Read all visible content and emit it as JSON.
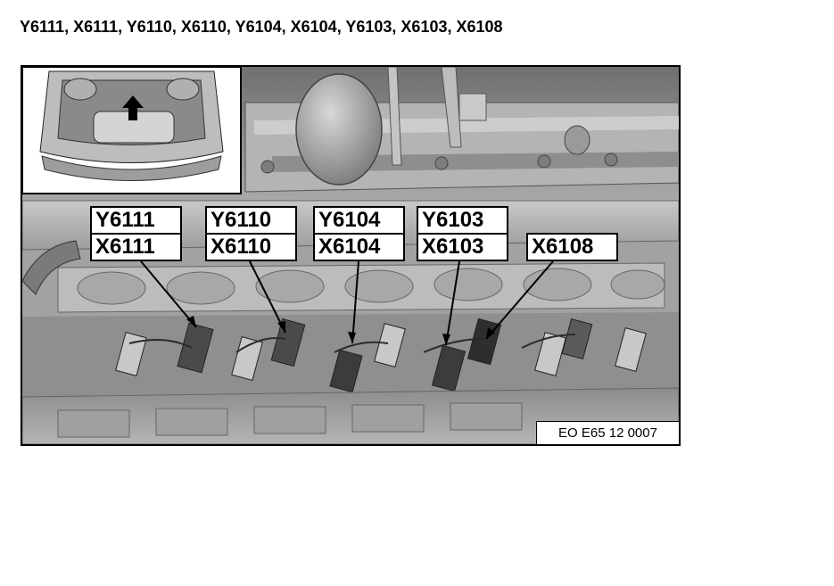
{
  "title": "Y6111, X6111, Y6110, X6110, Y6104, X6104, Y6103, X6103, X6108",
  "callouts": {
    "c1": {
      "top": "Y6111",
      "bottom": "X6111"
    },
    "c2": {
      "top": "Y6110",
      "bottom": "X6110"
    },
    "c3": {
      "top": "Y6104",
      "bottom": "X6104"
    },
    "c4": {
      "top": "Y6103",
      "bottom": "X6103"
    },
    "c5": {
      "single": "X6108"
    }
  },
  "reference_code": "EO E65 12 0007"
}
